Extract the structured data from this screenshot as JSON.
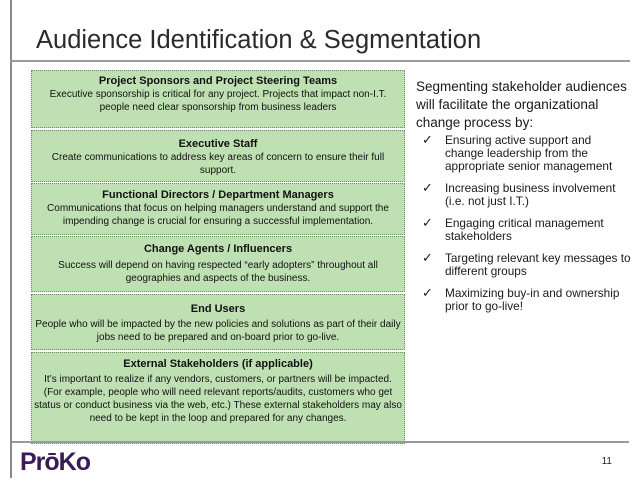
{
  "title": "Audience Identification & Segmentation",
  "boxes": [
    {
      "heading": "Project Sponsors and Project Steering Teams",
      "body": "Executive sponsorship is critical for any project.  Projects that impact non-I.T. people need clear sponsorship from business leaders"
    },
    {
      "heading": "Executive Staff",
      "body": "Create communications to address key areas of concern to ensure their full support."
    },
    {
      "heading": "Functional Directors  / Department Managers",
      "body": "Communications that focus on helping managers understand and support the impending change is crucial for ensuring a successful implementation."
    },
    {
      "heading": "Change Agents / Influencers",
      "body": "Success will depend on having respected “early adopters” throughout all geographies and aspects of the business."
    },
    {
      "heading": "End Users",
      "body": "People who will be impacted by the new policies and solutions as part of their daily jobs need to be prepared and on-board prior to go-live."
    },
    {
      "heading": "External Stakeholders (if applicable)",
      "body": "It’s important to realize if any vendors, customers, or partners will be impacted.  (For example, people who will need relevant reports/audits, customers who get status or conduct business via the web, etc.) These external stakeholders may also need to be kept in the loop and prepared for any changes."
    }
  ],
  "right": {
    "intro": "Segmenting stakeholder audiences will facilitate the organizational change process by:",
    "bullets": [
      "Ensuring active support and change leadership from the appropriate senior management",
      "Increasing business involvement (i.e. not just I.T.)",
      "Engaging critical management stakeholders",
      "Targeting relevant key messages to different groups",
      "Maximizing buy-in and ownership prior to go-live!"
    ],
    "check_glyph": "✓"
  },
  "footer": {
    "logo": "PrōKo",
    "page_number": "11"
  },
  "colors": {
    "box_fill": "#bfe0b2",
    "logo": "#3a1a57"
  }
}
